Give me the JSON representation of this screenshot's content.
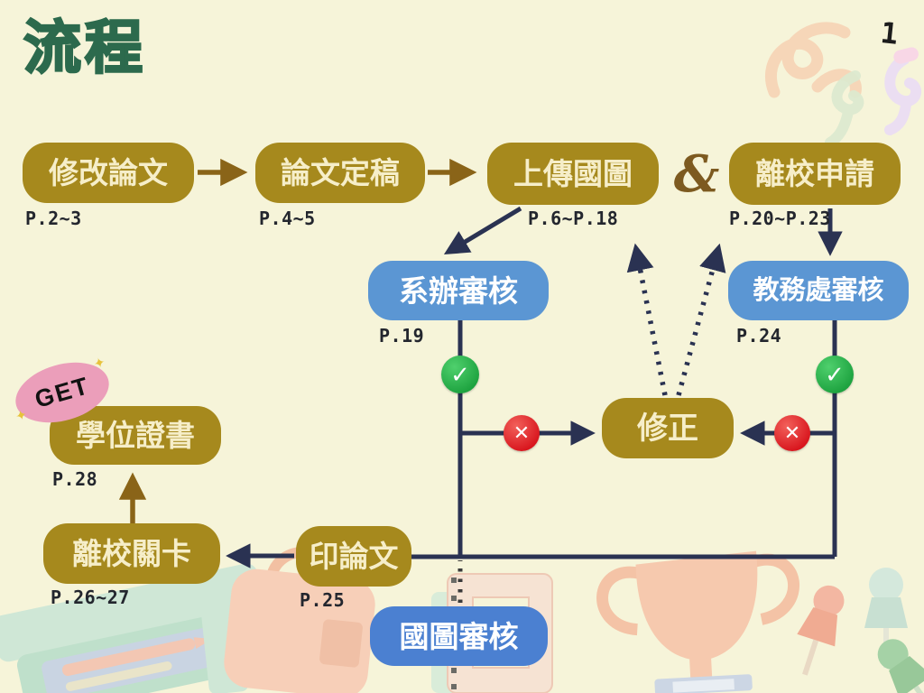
{
  "page": {
    "title": "流程",
    "page_number": "1"
  },
  "icons": {
    "check_glyph": "✓",
    "cross_glyph": "✕",
    "sparkle_glyph": "✦"
  },
  "badge": {
    "label": "GET"
  },
  "flow": {
    "ampersand": "&",
    "nodes": [
      {
        "label": "修改論文",
        "pages": "P.2~3"
      },
      {
        "label": "論文定稿",
        "pages": "P.4~5"
      },
      {
        "label": "上傳國圖",
        "pages": "P.6~P.18"
      },
      {
        "label": "離校申請",
        "pages": "P.20~P.23"
      },
      {
        "label": "系辦審核",
        "pages": "P.19"
      },
      {
        "label": "教務處審核",
        "pages": "P.24"
      },
      {
        "label": "修正"
      },
      {
        "label": "學位證書",
        "pages": "P.28"
      },
      {
        "label": "離校關卡",
        "pages": "P.26~27"
      },
      {
        "label": "印論文",
        "pages": "P.25"
      },
      {
        "label": "國圖審核"
      }
    ]
  },
  "colors": {
    "background": "#f6f4d9",
    "title_green": "#2c6a4d",
    "node_olive": "#a6891d",
    "node_olive_text": "#f6eec9",
    "node_blue": "#5b96d3",
    "node_blue_dark": "#4b80d1",
    "connector_navy": "#2a3252",
    "connector_brown": "#8a6418",
    "approve_green": "#1da23f",
    "reject_red": "#d8151d",
    "badge_pink": "#eb9eba"
  }
}
